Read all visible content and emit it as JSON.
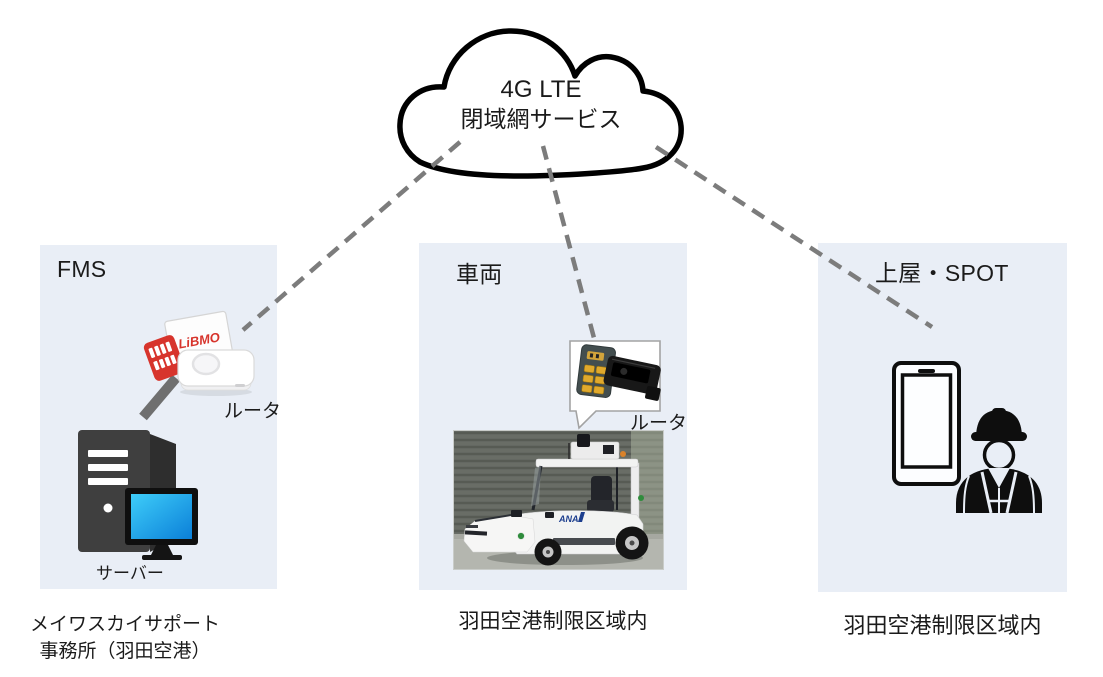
{
  "cloud": {
    "title_line1": "4G LTE",
    "title_line2": "閉域網サービス"
  },
  "fms": {
    "title": "FMS",
    "sim_brand": "LiBMO",
    "router_label": "ルータ",
    "server_label": "サーバー",
    "caption_line1": "メイワスカイサポート",
    "caption_line2": "事務所（羽田空港）"
  },
  "vehicle": {
    "title": "車両",
    "router_label": "ルータ",
    "photo_logo": "ANA",
    "caption": "羽田空港制限区域内"
  },
  "spot": {
    "title": "上屋・SPOT",
    "caption": "羽田空港制限区域内"
  },
  "colors": {
    "box_bg": "#e9eef6",
    "dashed_line": "#7c7c7c",
    "cloud_outline": "#000000",
    "sim_red": "#d7342c",
    "contact_gold": "#e0a92c",
    "screen_cyan_top": "#3ecdf9",
    "screen_cyan_bottom": "#0b7fd8",
    "ana_blue": "#1c3e8e"
  }
}
